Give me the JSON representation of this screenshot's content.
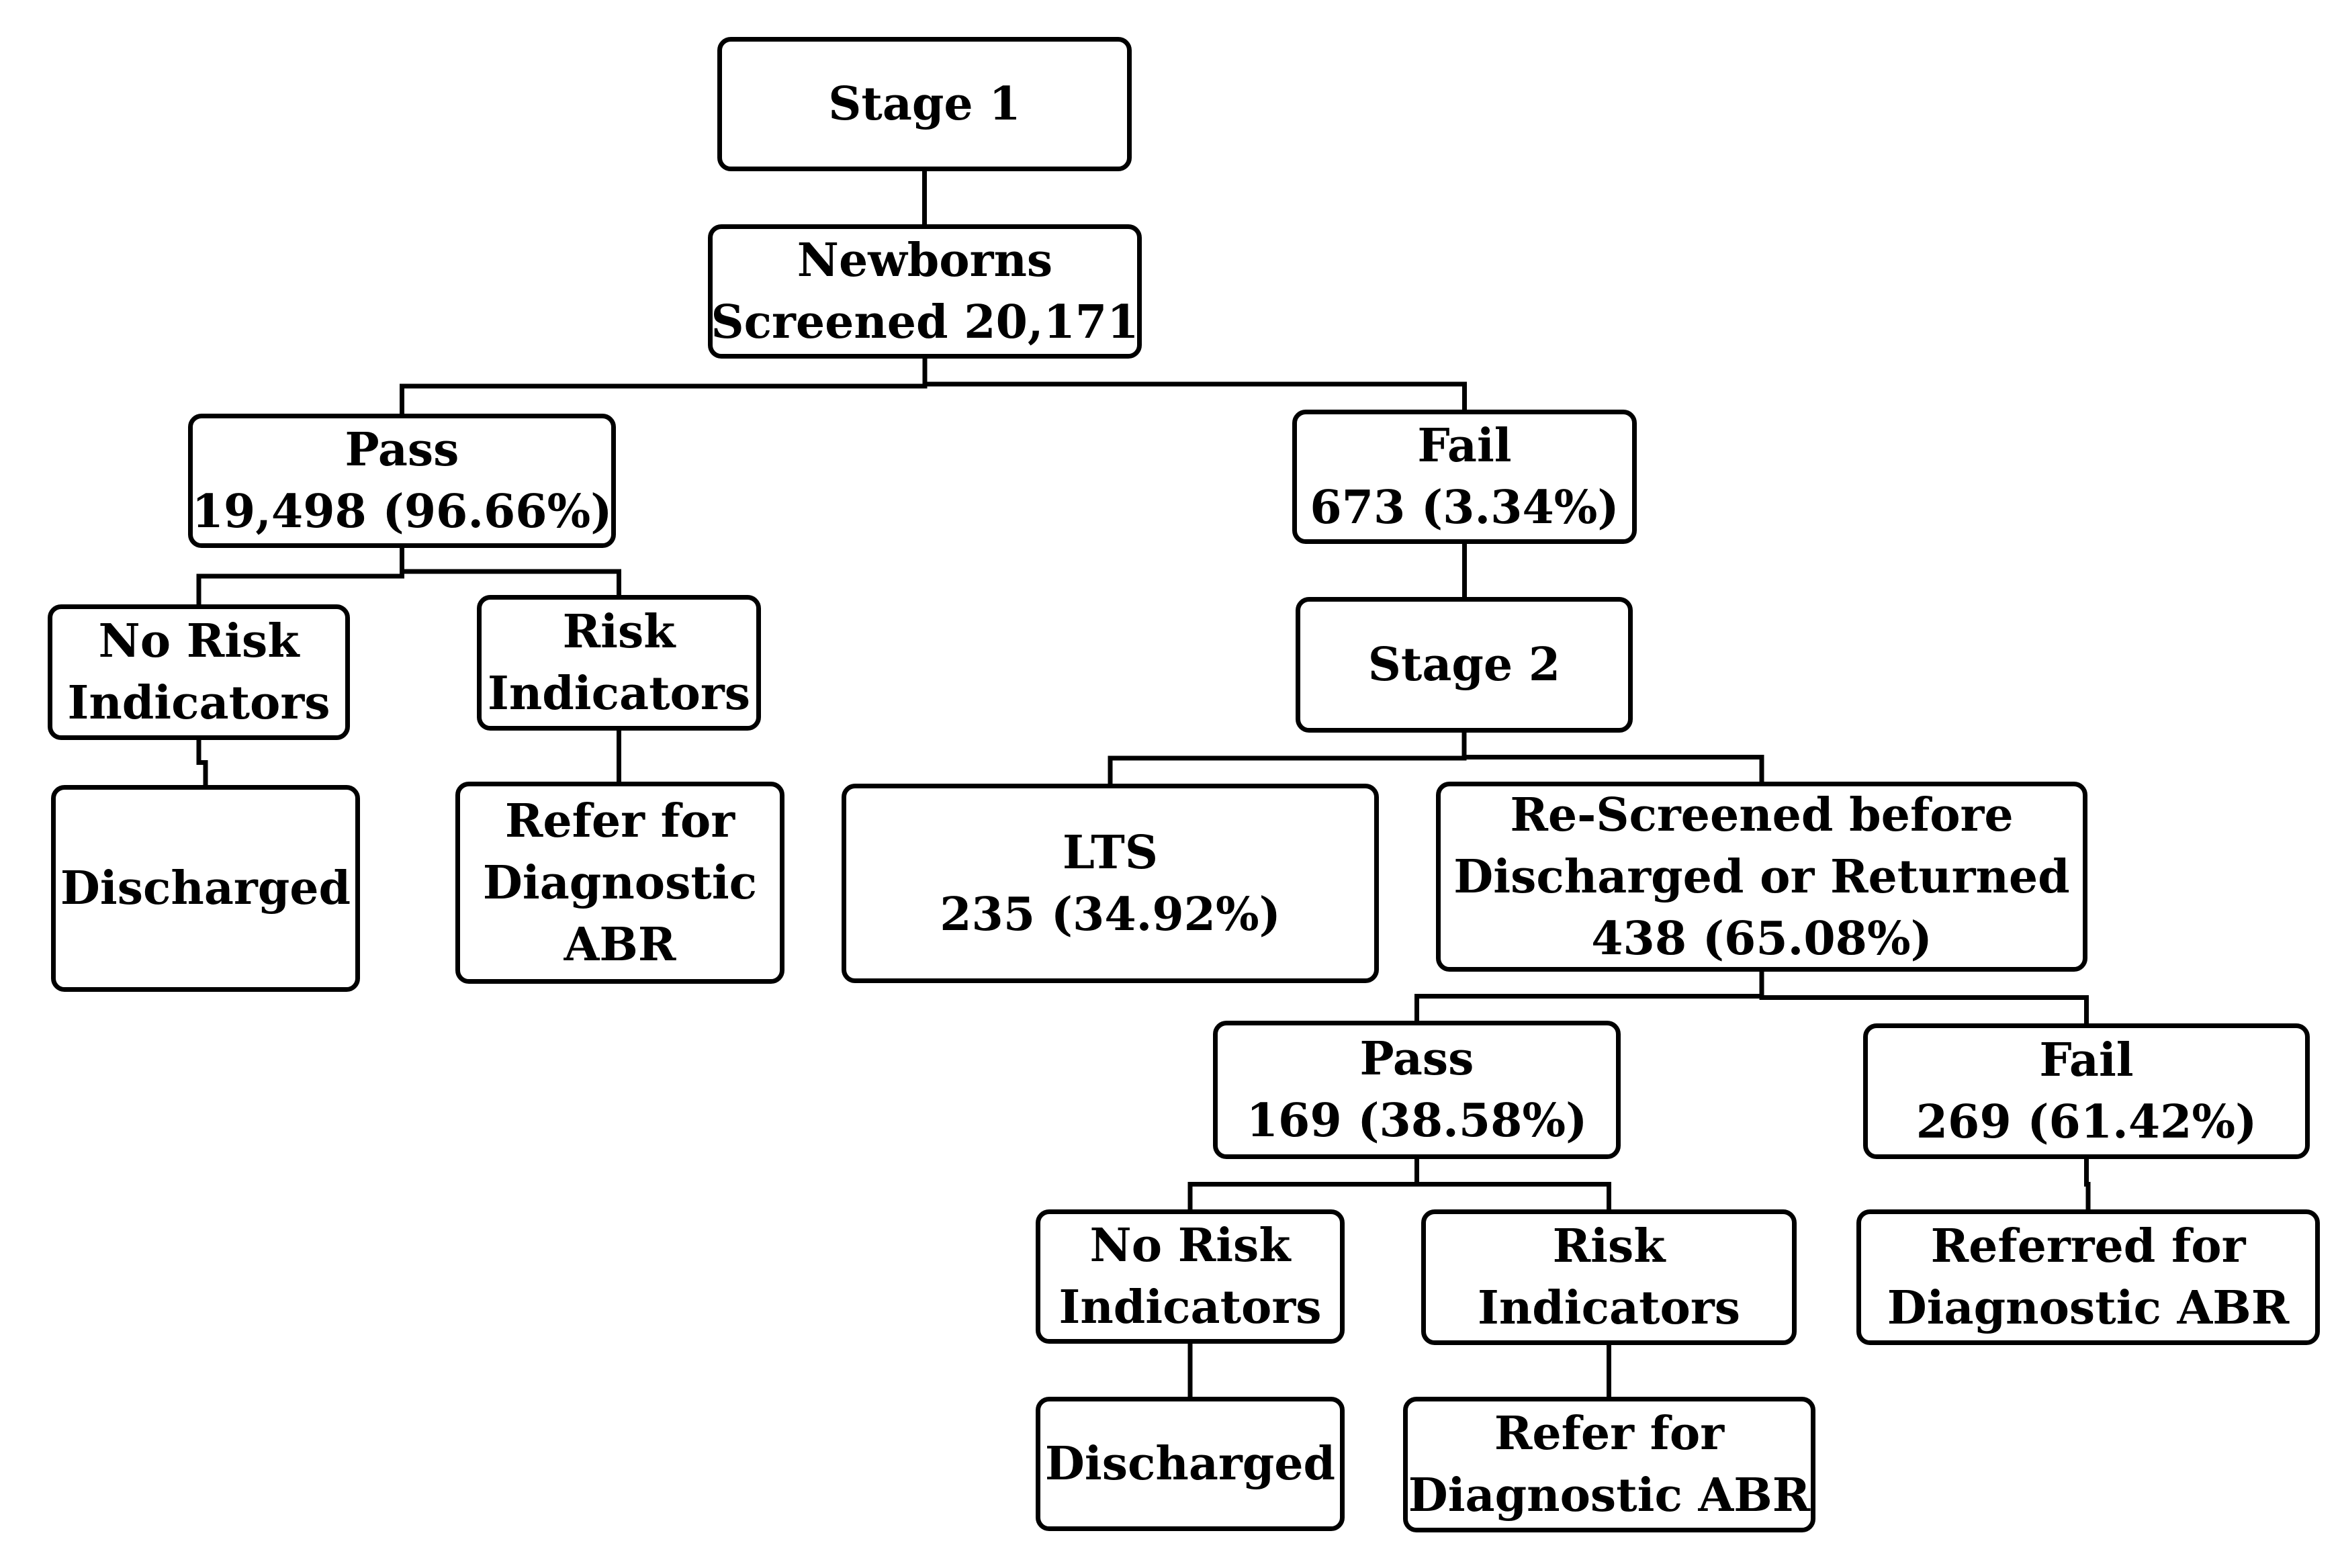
{
  "diagram": {
    "type": "flowchart",
    "colors": {
      "stroke": "#000000",
      "fill": "#ffffff",
      "text": "#000000"
    },
    "nodes": {
      "stage1": {
        "lines": [
          "Stage 1"
        ]
      },
      "newborns": {
        "lines": [
          "Newborns",
          "Screened 20,171"
        ]
      },
      "pass1": {
        "lines": [
          "Pass",
          "19,498 (96.66%)"
        ]
      },
      "fail1": {
        "lines": [
          "Fail",
          "673 (3.34%)"
        ]
      },
      "norisk1": {
        "lines": [
          "No Risk",
          "Indicators"
        ]
      },
      "risk1": {
        "lines": [
          "Risk",
          "Indicators"
        ]
      },
      "discharged1": {
        "lines": [
          "Discharged"
        ]
      },
      "refer1": {
        "lines": [
          "Refer for",
          "Diagnostic",
          "ABR"
        ]
      },
      "stage2": {
        "lines": [
          "Stage 2"
        ]
      },
      "lts": {
        "lines": [
          "LTS",
          "235 (34.92%)"
        ]
      },
      "rescreened": {
        "lines": [
          "Re-Screened before",
          "Discharged or Returned",
          "438 (65.08%)"
        ]
      },
      "pass2": {
        "lines": [
          "Pass",
          "169 (38.58%)"
        ]
      },
      "fail2": {
        "lines": [
          "Fail",
          "269 (61.42%)"
        ]
      },
      "norisk2": {
        "lines": [
          "No Risk",
          "Indicators"
        ]
      },
      "risk2": {
        "lines": [
          "Risk",
          "Indicators"
        ]
      },
      "referred2": {
        "lines": [
          "Referred for",
          "Diagnostic ABR"
        ]
      },
      "discharged2": {
        "lines": [
          "Discharged"
        ]
      },
      "refer2": {
        "lines": [
          "Refer for",
          "Diagnostic ABR"
        ]
      }
    },
    "edges": [
      [
        "stage1",
        "newborns"
      ],
      [
        "newborns",
        "pass1"
      ],
      [
        "newborns",
        "fail1"
      ],
      [
        "pass1",
        "norisk1"
      ],
      [
        "pass1",
        "risk1"
      ],
      [
        "norisk1",
        "discharged1"
      ],
      [
        "risk1",
        "refer1"
      ],
      [
        "fail1",
        "stage2"
      ],
      [
        "stage2",
        "lts"
      ],
      [
        "stage2",
        "rescreened"
      ],
      [
        "rescreened",
        "pass2"
      ],
      [
        "rescreened",
        "fail2"
      ],
      [
        "pass2",
        "norisk2"
      ],
      [
        "pass2",
        "risk2"
      ],
      [
        "norisk2",
        "discharged2"
      ],
      [
        "risk2",
        "refer2"
      ],
      [
        "fail2",
        "referred2"
      ]
    ]
  }
}
